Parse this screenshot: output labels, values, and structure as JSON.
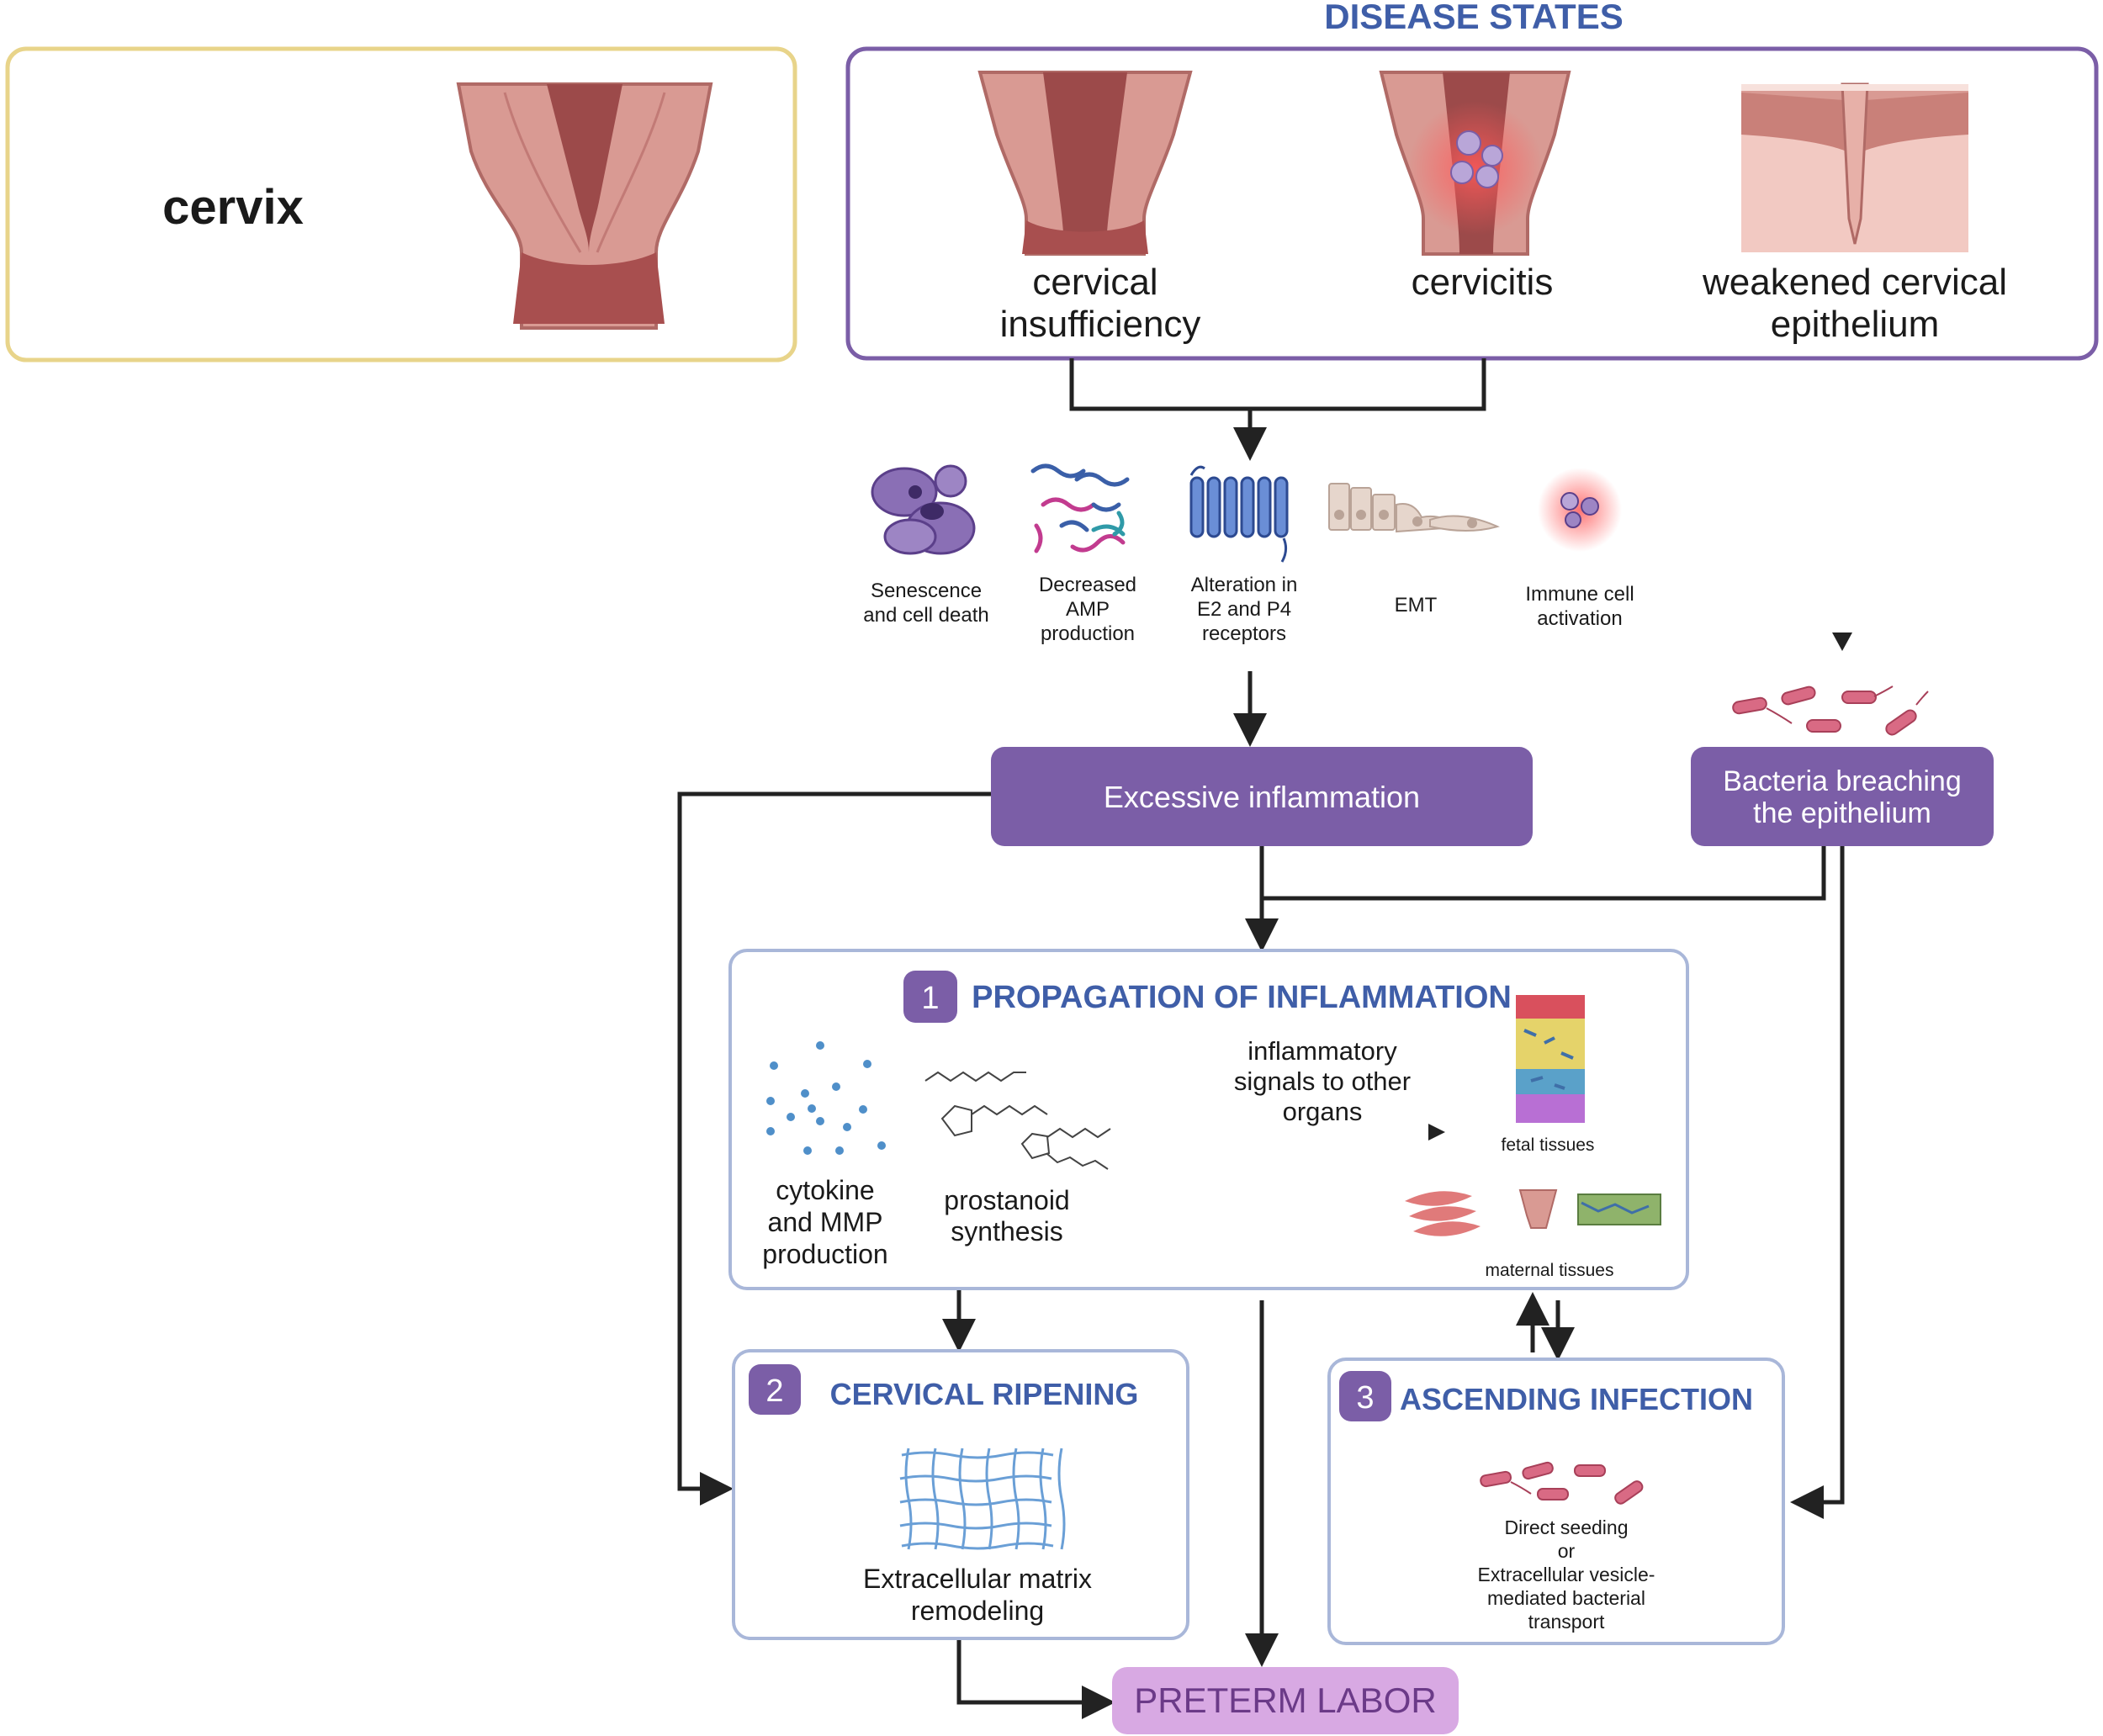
{
  "cervix_panel": {
    "label": "cervix"
  },
  "disease_states": {
    "title": "DISEASE STATES",
    "items": [
      {
        "line1": "cervical",
        "line2": "insufficiency"
      },
      {
        "line1": "cervicitis",
        "line2": ""
      },
      {
        "line1": "weakened cervical",
        "line2": "epithelium"
      }
    ]
  },
  "mechanisms": [
    {
      "line1": "Senescence",
      "line2": "and cell death",
      "line3": ""
    },
    {
      "line1": "Decreased",
      "line2": "AMP",
      "line3": "production"
    },
    {
      "line1": "Alteration in",
      "line2": "E2 and P4",
      "line3": "receptors"
    },
    {
      "line1": "EMT",
      "line2": "",
      "line3": ""
    },
    {
      "line1": "Immune cell",
      "line2": "activation",
      "line3": ""
    }
  ],
  "excessive_inflammation": {
    "label": "Excessive inflammation"
  },
  "bacteria_breaching": {
    "line1": "Bacteria breaching",
    "line2": "the epithelium"
  },
  "propagation": {
    "number": "1",
    "title": "PROPAGATION OF INFLAMMATION",
    "cytokine": {
      "line1": "cytokine",
      "line2": "and MMP",
      "line3": "production"
    },
    "prostanoid": {
      "line1": "prostanoid",
      "line2": "synthesis"
    },
    "signals": {
      "line1": "inflammatory",
      "line2": "signals to other",
      "line3": "organs"
    },
    "fetal": "fetal tissues",
    "maternal": "maternal tissues"
  },
  "ripening": {
    "number": "2",
    "title": "CERVICAL RIPENING",
    "line1": "Extracellular matrix",
    "line2": "remodeling"
  },
  "ascending": {
    "number": "3",
    "title": "ASCENDING INFECTION",
    "line1": "Direct seeding",
    "line2": "or",
    "line3": "Extracellular vesicle-",
    "line4": "mediated bacterial",
    "line5": "transport"
  },
  "preterm_labor": {
    "label": "PRETERM LABOR"
  },
  "colors": {
    "cervix_border": "#e8d48a",
    "disease_border": "#7b5ea7",
    "title_blue": "#3f5ea8",
    "purple_fill": "#7b5ea7",
    "light_border": "#a9b7d9",
    "preterm_fill": "#d8a9e3",
    "preterm_text": "#6b3a88",
    "arrow": "#222222"
  }
}
